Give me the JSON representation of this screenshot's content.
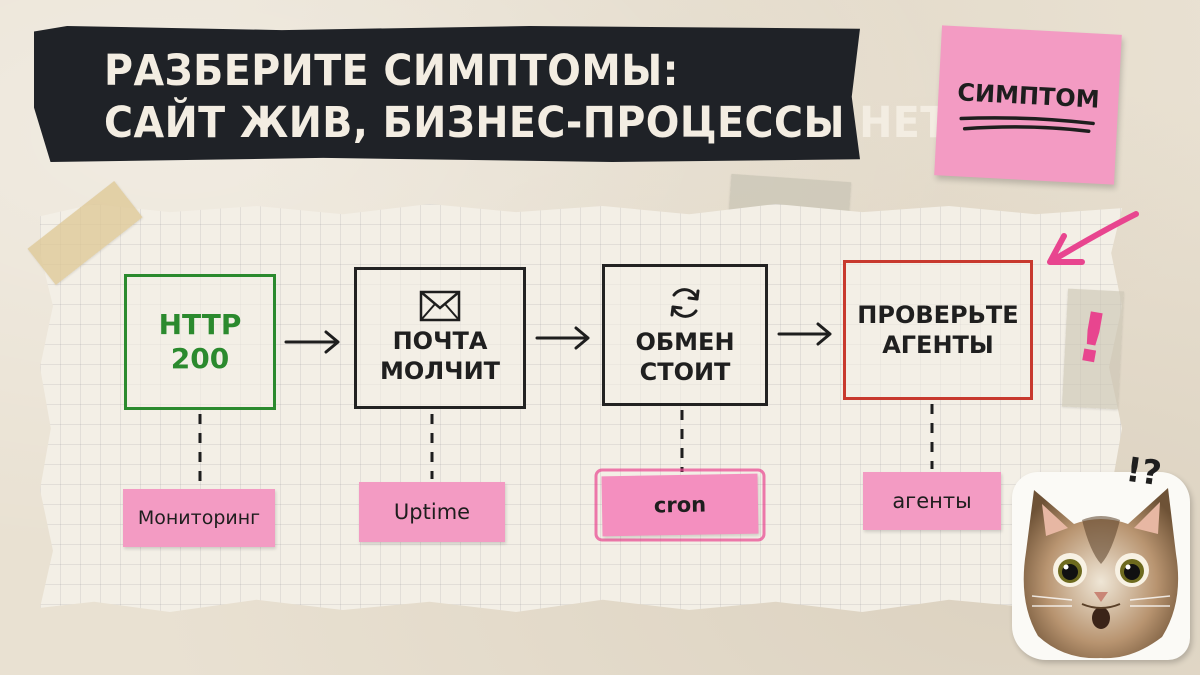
{
  "title": {
    "line1": "РАЗБЕРИТЕ СИМПТОМЫ:",
    "line2": "САЙТ ЖИВ, БИЗНЕС-ПРОЦЕССЫ НЕТ"
  },
  "sticky_note": {
    "text": "СИМПТОМ"
  },
  "steps": [
    {
      "text": "HTTP\n200",
      "label": "Мониторинг",
      "border": "#2b8a2e"
    },
    {
      "text": "ПОЧТА\nМОЛЧИТ",
      "icon": "envelope-icon",
      "label": "Uptime",
      "border": "#222222"
    },
    {
      "text": "ОБМЕН\nСТОИТ",
      "icon": "sync-icon",
      "label": "cron",
      "border": "#222222"
    },
    {
      "text": "ПРОВЕРЬТЕ\nАГЕНТЫ",
      "label": "агенты",
      "border": "#c8392e"
    }
  ],
  "annotations": {
    "exclamation": "!",
    "cat_reaction": "!?"
  },
  "colors": {
    "banner": "#1f2227",
    "sticky_pink": "#f39bc3",
    "accent_pink": "#e8458f",
    "ok_green": "#2b8a2e",
    "alert_red": "#c8392e"
  }
}
